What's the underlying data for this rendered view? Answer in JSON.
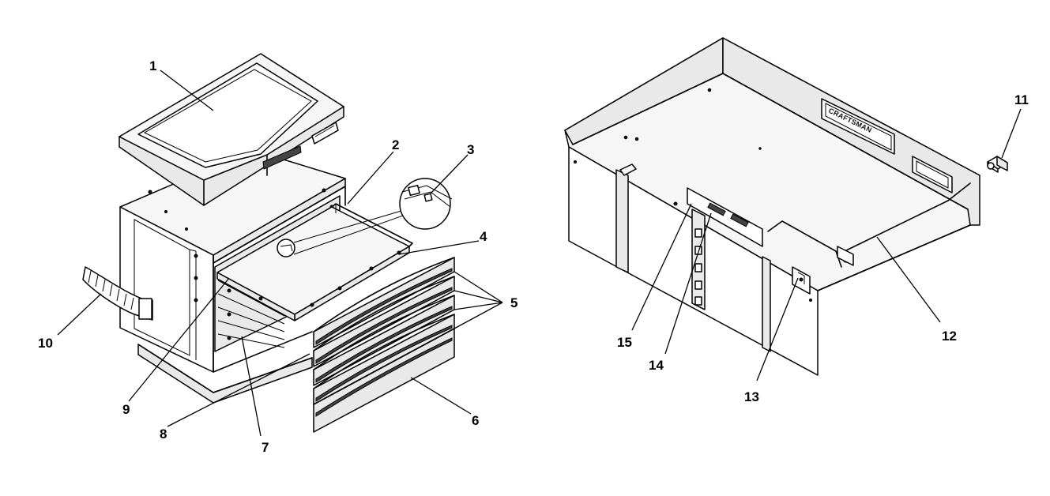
{
  "diagram": {
    "callouts": [
      "1",
      "2",
      "3",
      "4",
      "5",
      "6",
      "7",
      "8",
      "9",
      "10",
      "11",
      "12",
      "13",
      "14",
      "15"
    ],
    "brand_wordmark": "CRAFTSMAN"
  }
}
